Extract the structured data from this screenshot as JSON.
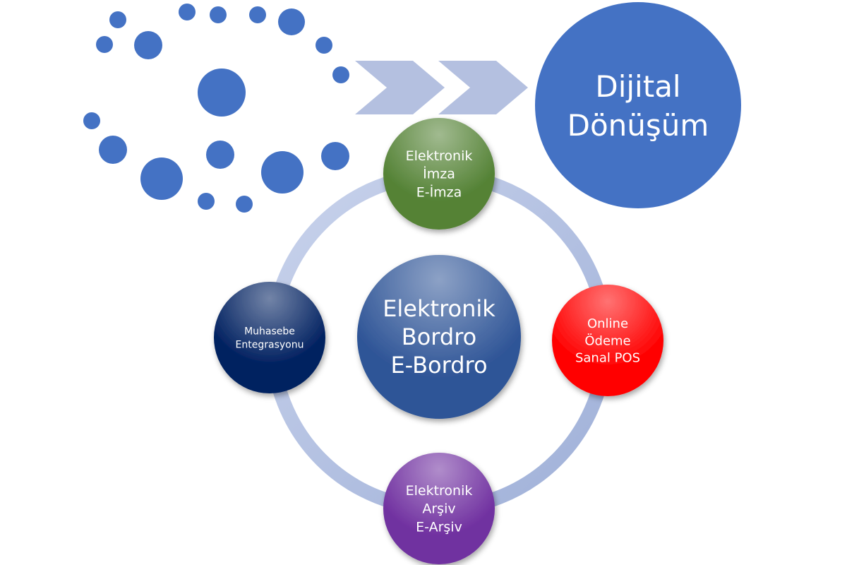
{
  "goal": {
    "lines": [
      "Dijital",
      "Dönüşüm"
    ],
    "color": "#4472c4"
  },
  "center": {
    "lines": [
      "Elektronik",
      "Bordro",
      "E-Bordro"
    ],
    "color": "#2f5597"
  },
  "nodes": [
    {
      "id": "e-imza",
      "lines": [
        "Elektronik",
        "İmza",
        "E-İmza"
      ],
      "color": "#548235"
    },
    {
      "id": "online-odeme",
      "lines": [
        "Online",
        "Ödeme",
        "Sanal POS"
      ],
      "color": "#ff0000"
    },
    {
      "id": "e-arsiv",
      "lines": [
        "Elektronik",
        "Arşiv",
        "E-Arşiv"
      ],
      "color": "#7030a0"
    },
    {
      "id": "muhasebe",
      "lines": [
        "Muhasebe",
        "Entegrasyonu"
      ],
      "color": "#002060"
    }
  ],
  "colors": {
    "dots": "#4472c4",
    "chevrons": "#b4c0e0",
    "ring": "#b4c0e0",
    "text": "#ffffff"
  }
}
